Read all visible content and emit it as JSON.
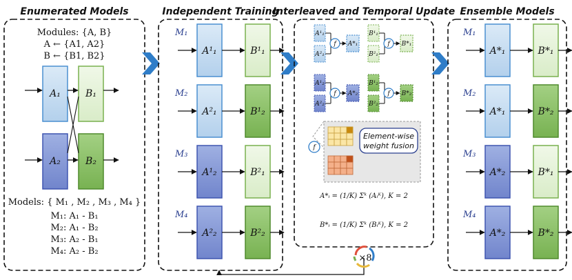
{
  "panels": {
    "enumerated": {
      "title": "Enumerated Models",
      "modules_line": "Modules: {A, B}",
      "a_line": "A ← {A1, A2}",
      "b_line": "B ← {B1, B2}",
      "blocks": {
        "a1": "A₁",
        "a2": "A₂",
        "b1": "B₁",
        "b2": "B₂"
      },
      "models_line": "Models: { M₁ , M₂ , M₃ , M₄ }",
      "model_defs": [
        "M₁: A₁ - B₁",
        "M₂: A₁ - B₂",
        "M₃: A₂ - B₁",
        "M₄: A₂ - B₂"
      ]
    },
    "independent": {
      "title": "Independent Training",
      "rows": [
        {
          "model": "M₁",
          "a": "A¹₁",
          "b": "B¹₁"
        },
        {
          "model": "M₂",
          "a": "A²₁",
          "b": "B¹₂"
        },
        {
          "model": "M₃",
          "a": "A¹₂",
          "b": "B²₁"
        },
        {
          "model": "M₄",
          "a": "A²₂",
          "b": "B²₂"
        }
      ]
    },
    "interleaved": {
      "title": "Interleaved and Temporal Update",
      "groups": {
        "a1_in": [
          "A¹₁",
          "A²₁"
        ],
        "a1_out": "A*₁",
        "b1_in": [
          "B¹₁",
          "B²₁"
        ],
        "b1_out": "B*₁",
        "a2_in": [
          "A¹₂",
          "A²₂"
        ],
        "a2_out": "A*₂",
        "b2_in": [
          "B¹₂",
          "B²₂"
        ],
        "b2_out": "B*₂"
      },
      "fusion_symbol": "f",
      "callout": [
        "Element-wise",
        "weight fusion"
      ],
      "eq_a": "A*ᵢ = (1/K) Σᵏ (Aᵢᴷ), K = 2",
      "eq_b": "B*ᵢ = (1/K) Σᵏ (Bᵢᴷ), K = 2"
    },
    "ensemble": {
      "title": "Ensemble Models",
      "rows": [
        {
          "model": "M₁",
          "a": "A*₁",
          "b": "B*₁"
        },
        {
          "model": "M₂",
          "a": "A*₁",
          "b": "B*₂"
        },
        {
          "model": "M₃",
          "a": "A*₂",
          "b": "B*₁"
        },
        {
          "model": "M₄",
          "a": "A*₂",
          "b": "B*₂"
        }
      ]
    }
  },
  "loop_label": "×8",
  "colors": {
    "a1_fill": "#c5dcf0",
    "a1_stroke": "#4a8fd0",
    "a2_fill": "#8a9bd6",
    "a2_stroke": "#3f55b0",
    "b1_fill": "#e4f1d8",
    "b1_stroke": "#79b04e",
    "b2_fill": "#8fc46c",
    "b2_stroke": "#4f8a2c",
    "chevron": "#2f7dc8"
  }
}
